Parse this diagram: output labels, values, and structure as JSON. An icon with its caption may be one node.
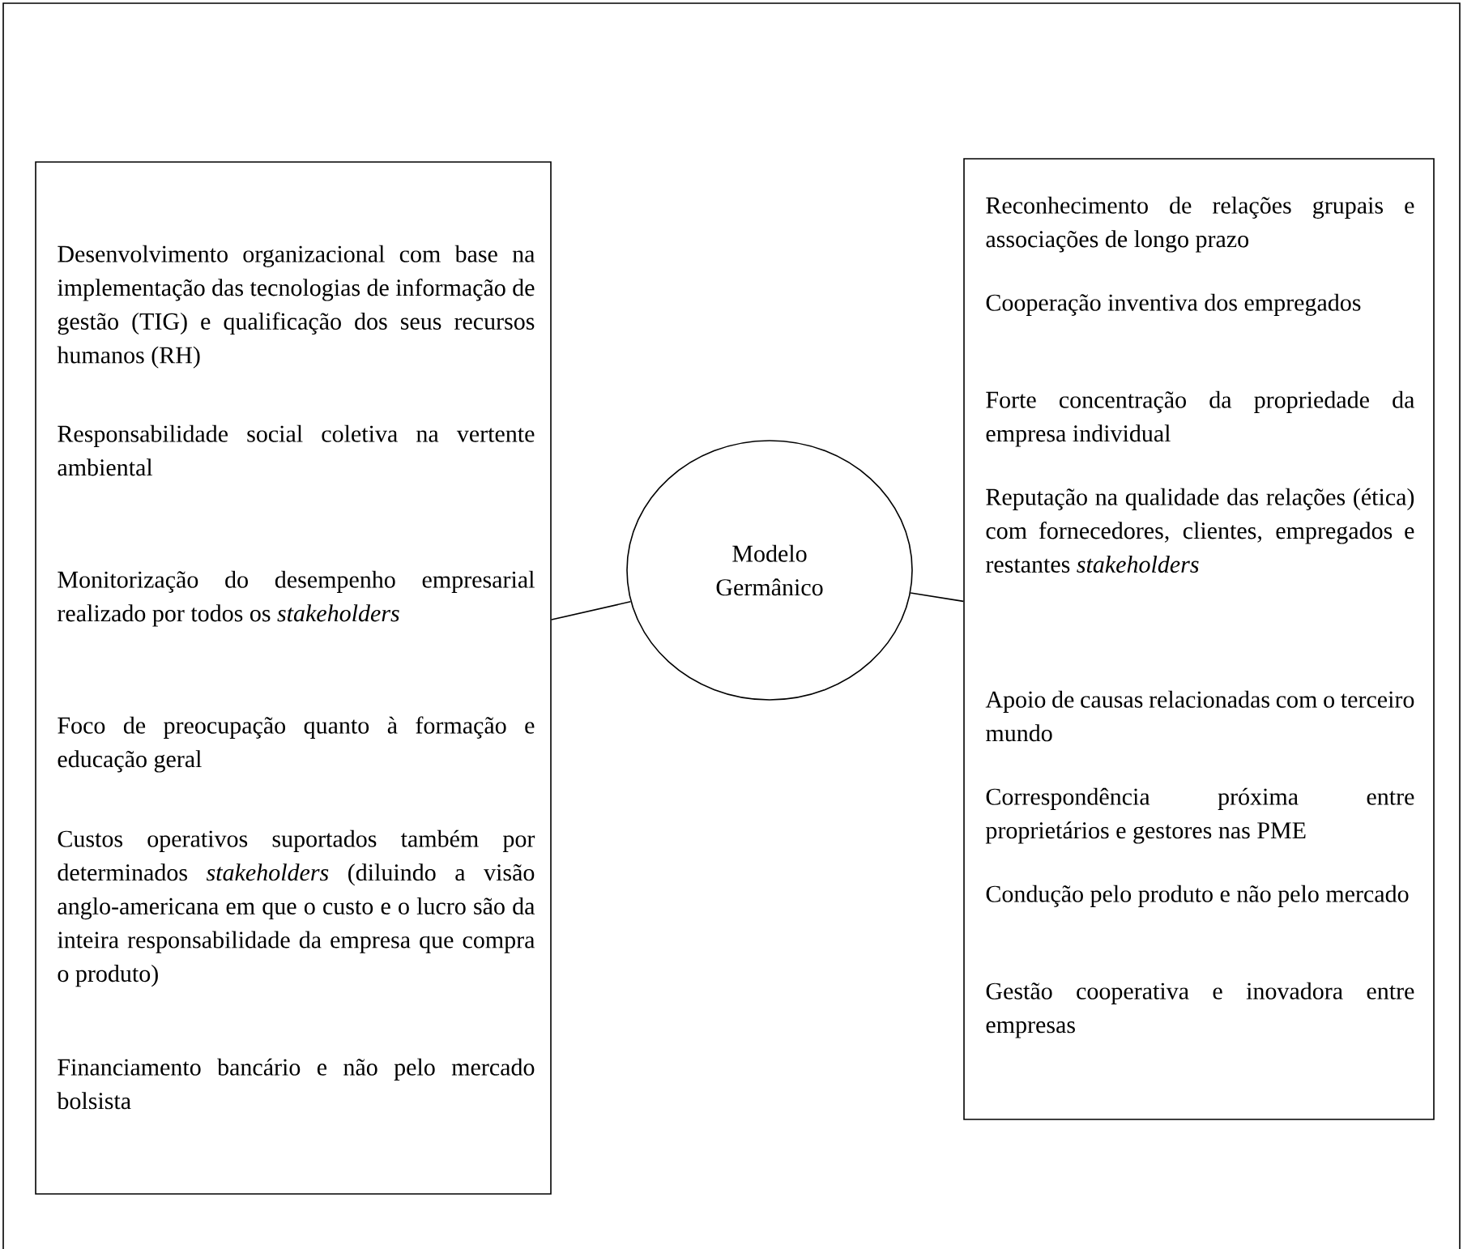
{
  "diagram": {
    "nodes": [
      {
        "text": [
          "Desenvolvimento organizacional com base na implementação das tecnologias de informação de gestão (TIG) e qualificação dos seus recursos humanos (RH)",
          "Responsabilidade social coletiva na vertente ambiental",
          "Monitorização do desempenho empresarial realizado por todos os *stakeholders*",
          "Foco de preocupação quanto à formação e educação geral",
          "Custos operativos suportados também por determinados *stakeholders* (diluindo a visão anglo-americana em que o custo e o lucro são da inteira responsabilidade da empresa que compra o produto)",
          "Financiamento bancário e não pelo mercado bolsista"
        ]
      },
      {
        "text": [
          "Modelo Germânico"
        ]
      },
      {
        "text": [
          "Reconhecimento de relações grupais e associações de longo prazo",
          "Cooperação inventiva dos empregados",
          "Forte concentração da propriedade da empresa individual",
          "Reputação na qualidade das relações (ética) com fornecedores, clientes, empregados e restantes *stakeholders*",
          "Apoio de causas relacionadas com o terceiro mundo",
          "Correspondência próxima entre proprietários e gestores nas PME",
          "Condução pelo produto e não pelo mercado",
          "Gestão cooperativa e inovadora entre empresas"
        ]
      }
    ],
    "edges": [
      {
        "from": 0,
        "to": 1,
        "arrow": "none"
      },
      {
        "from": 1,
        "to": 2,
        "arrow": "none"
      }
    ]
  }
}
